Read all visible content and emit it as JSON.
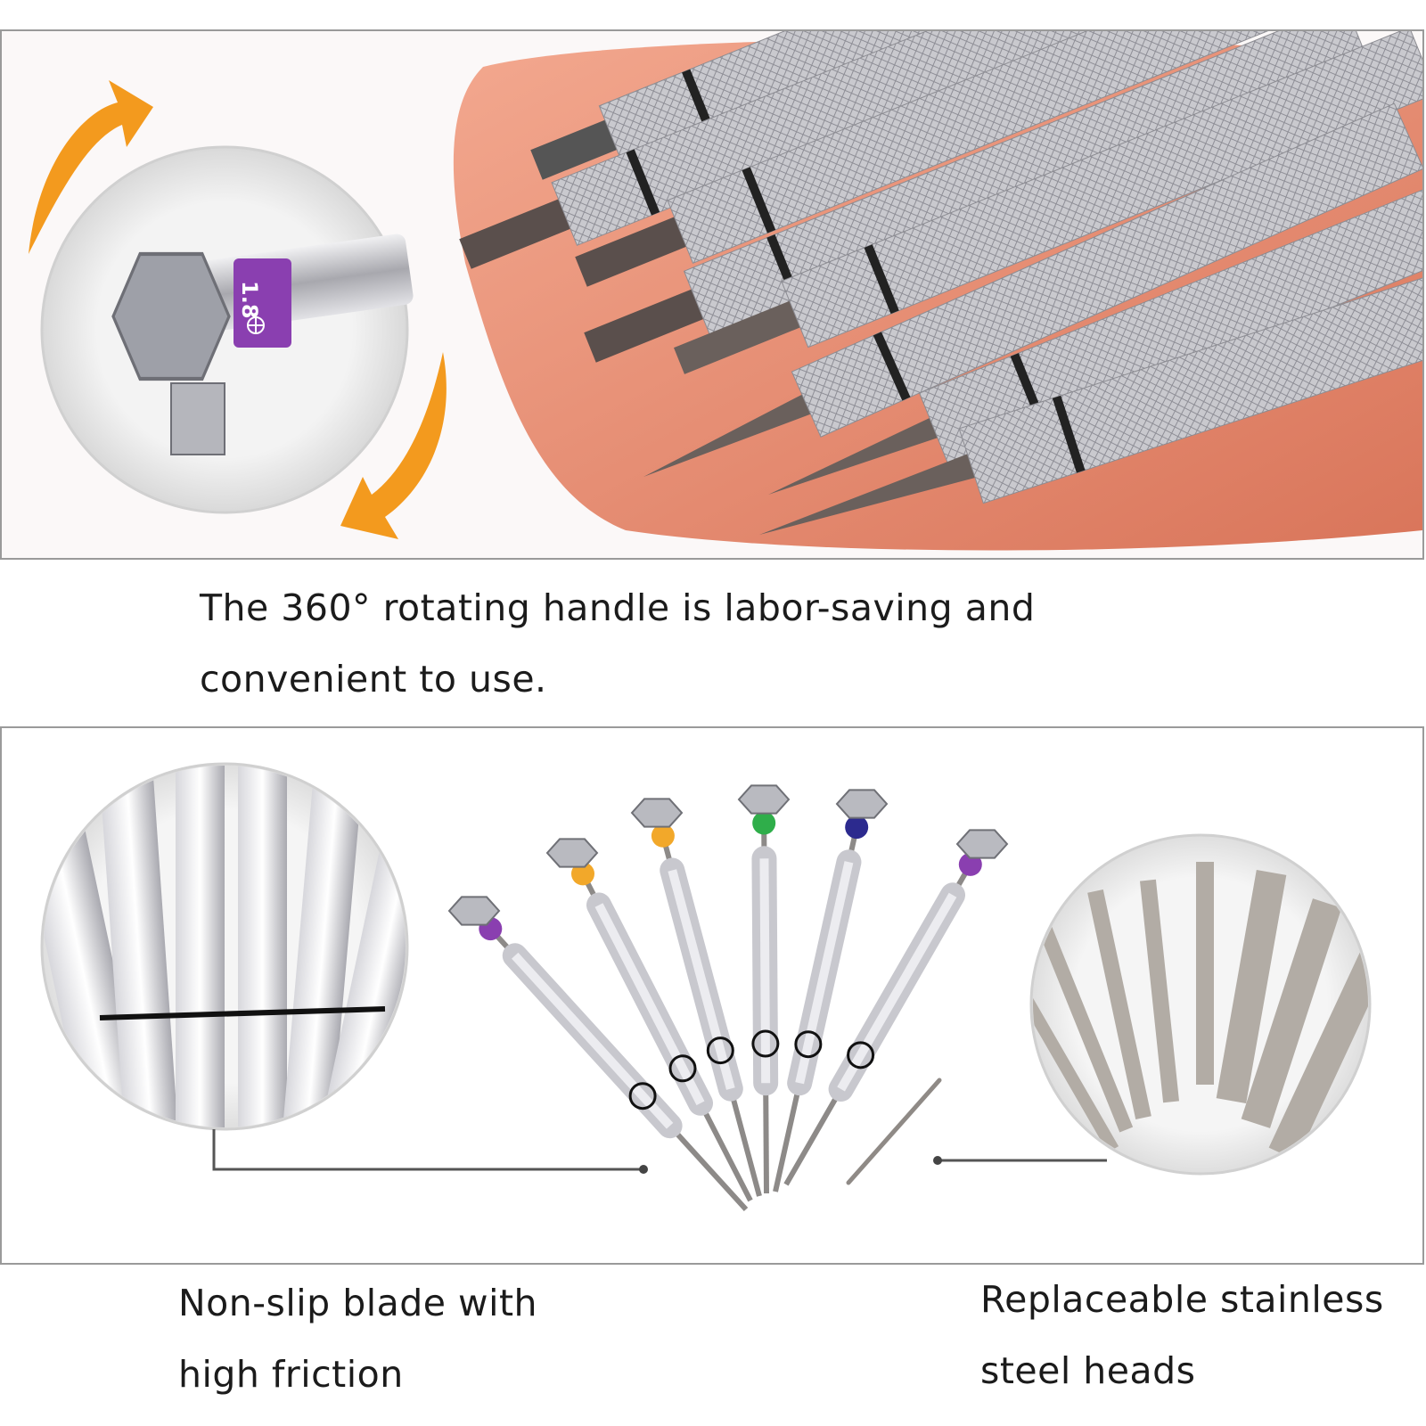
{
  "top_panel": {
    "bit_label": "1.8",
    "bit_band_color": "#8a3fb0",
    "arrow_color": "#f39a1e",
    "hand_color": "#e8896e"
  },
  "captions": {
    "rotating_handle": [
      "The 360° rotating handle is labor-saving and",
      "convenient to use."
    ],
    "non_slip": [
      "Non-slip blade with",
      "high friction"
    ],
    "replaceable": [
      "Replaceable stainless",
      "steel heads"
    ]
  },
  "screwdriver_bands": [
    "#8a3fb0",
    "#f2a82a",
    "#f2a82a",
    "#2fae4a",
    "#2c2a8e",
    "#8a3fb0"
  ]
}
